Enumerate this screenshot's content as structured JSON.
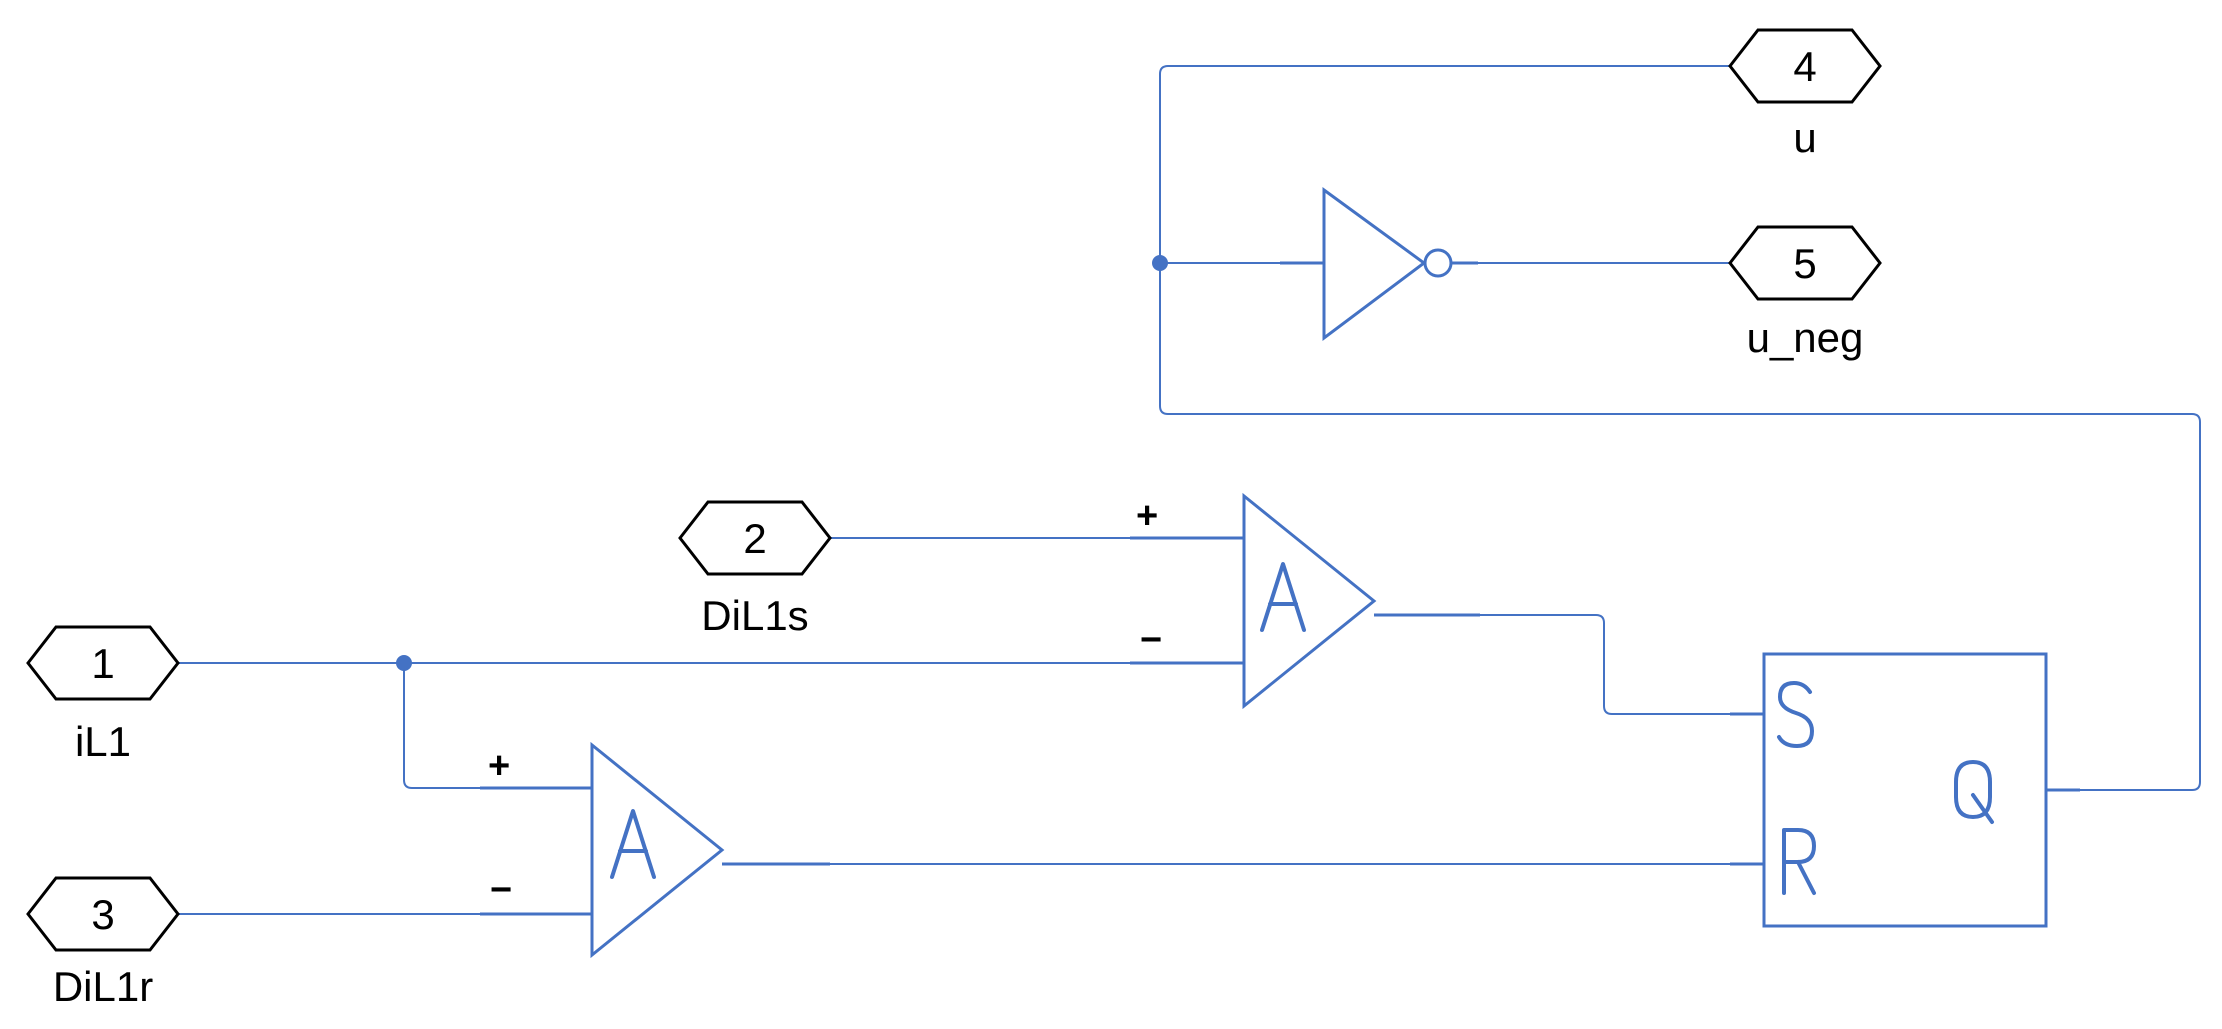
{
  "diagram": {
    "colors": {
      "wire": "#4472c4",
      "port_outline": "#000000",
      "background": "#ffffff"
    },
    "ports": {
      "p1": {
        "number": "1",
        "name": "iL1"
      },
      "p2": {
        "number": "2",
        "name": "DiL1s"
      },
      "p3": {
        "number": "3",
        "name": "DiL1r"
      },
      "p4": {
        "number": "4",
        "name": "u"
      },
      "p5": {
        "number": "5",
        "name": "u_neg"
      }
    },
    "comparator_top": {
      "plus": "+",
      "minus": "−",
      "symbol": "A"
    },
    "comparator_bottom": {
      "plus": "+",
      "minus": "−",
      "symbol": "A"
    },
    "sr_flipflop": {
      "set": "S",
      "reset": "R",
      "output": "Q"
    },
    "inverter": {
      "symbol": "not-gate"
    }
  }
}
